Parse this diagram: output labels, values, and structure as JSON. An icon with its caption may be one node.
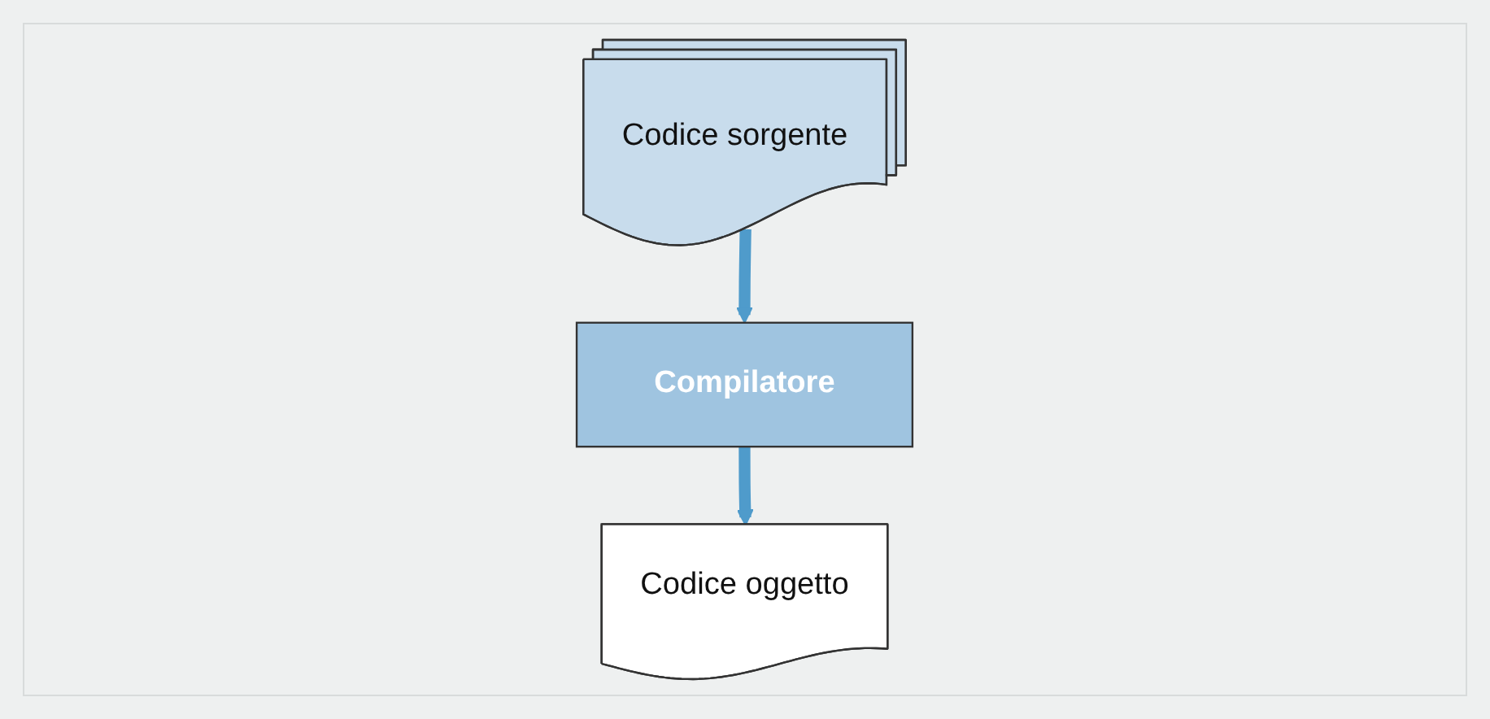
{
  "diagram": {
    "nodes": [
      {
        "text": [
          "Codice sorgente"
        ]
      },
      {
        "text": [
          "Compilatore"
        ]
      },
      {
        "text": [
          "Codice oggetto"
        ]
      }
    ],
    "edges": [
      {
        "from": 0,
        "to": 1,
        "arrow": "to"
      },
      {
        "from": 1,
        "to": 2,
        "arrow": "to"
      }
    ]
  }
}
